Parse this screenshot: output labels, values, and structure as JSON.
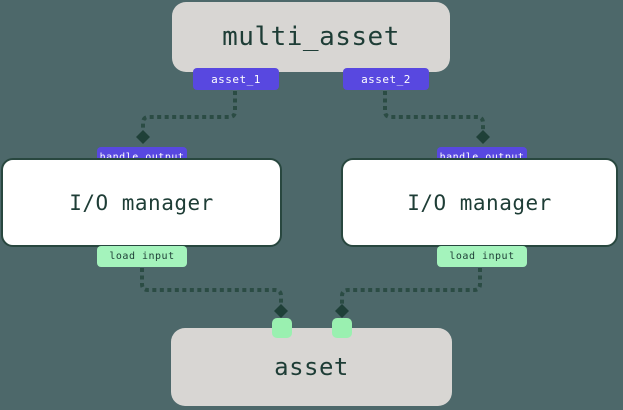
{
  "colors": {
    "background": "#4d686a",
    "node_gray": "#d8d6d3",
    "node_white": "#ffffff",
    "border_dark": "#28473f",
    "text_dark": "#1e3d36",
    "badge_purple": "#5848e0",
    "badge_green": "#a4f3bc",
    "square_green": "#9af0b0",
    "arrow": "#2b4c44"
  },
  "nodes": {
    "multi_asset": {
      "label": "multi_asset",
      "outputs": [
        {
          "label": "asset_1"
        },
        {
          "label": "asset_2"
        }
      ]
    },
    "io_manager_left": {
      "label": "I/O manager",
      "top_badge": "handle output",
      "bottom_badge": "load input"
    },
    "io_manager_right": {
      "label": "I/O manager",
      "top_badge": "handle output",
      "bottom_badge": "load input"
    },
    "asset": {
      "label": "asset",
      "inputs": [
        {
          "name": "input-port-left"
        },
        {
          "name": "input-port-right"
        }
      ]
    }
  },
  "edges": [
    {
      "from": "multi_asset.asset_1",
      "to": "io_manager_left.handle_output",
      "style": "dashed"
    },
    {
      "from": "multi_asset.asset_2",
      "to": "io_manager_right.handle_output",
      "style": "dashed"
    },
    {
      "from": "io_manager_left.load_input",
      "to": "asset.input_left",
      "style": "dashed"
    },
    {
      "from": "io_manager_right.load_input",
      "to": "asset.input_right",
      "style": "dashed"
    }
  ]
}
